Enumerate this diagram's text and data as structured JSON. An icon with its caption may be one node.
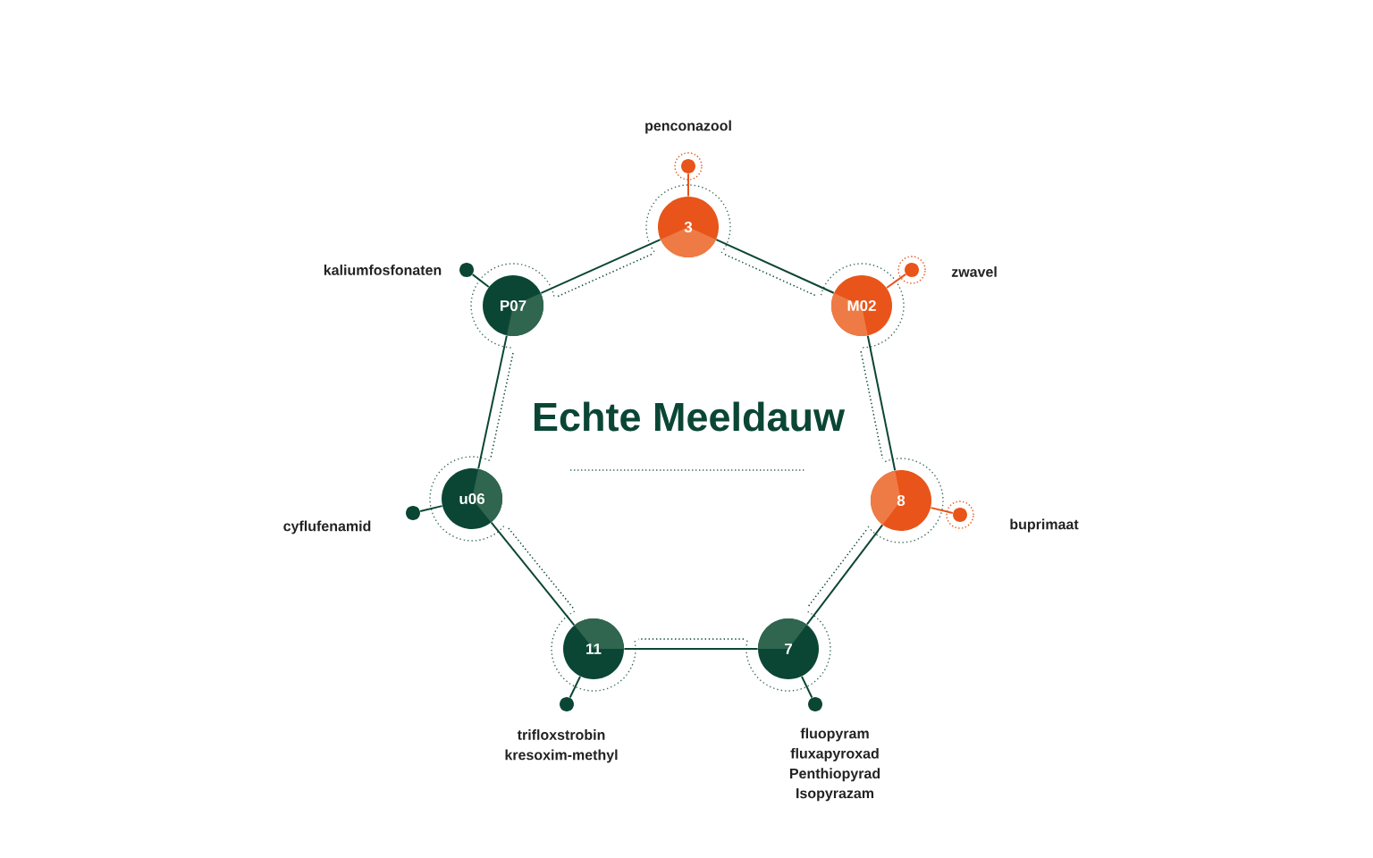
{
  "diagram": {
    "title": "Echte Meeldauw",
    "nodes": [
      {
        "text": [
          "3"
        ]
      },
      {
        "text": [
          "M02"
        ]
      },
      {
        "text": [
          "8"
        ]
      },
      {
        "text": [
          "7"
        ]
      },
      {
        "text": [
          "11"
        ]
      },
      {
        "text": [
          "u06"
        ]
      },
      {
        "text": [
          "P07"
        ]
      },
      {
        "text": [],
        "shape": "circle",
        "beside": [
          "penconazool"
        ]
      },
      {
        "text": [],
        "shape": "circle",
        "beside": [
          "zwavel"
        ]
      },
      {
        "text": [],
        "shape": "circle",
        "beside": [
          "buprimaat"
        ]
      },
      {
        "text": [],
        "shape": "circle",
        "beside": [
          "fluopyram",
          "fluxapyroxad",
          "Penthiopyrad",
          "Isopyrazam"
        ]
      },
      {
        "text": [],
        "shape": "circle",
        "beside": [
          "trifloxstrobin",
          "kresoxim-methyl"
        ]
      },
      {
        "text": [],
        "shape": "circle",
        "beside": [
          "cyflufenamid"
        ]
      },
      {
        "text": [],
        "shape": "circle",
        "beside": [
          "kaliumfosfonaten"
        ]
      }
    ],
    "edges": [
      {
        "from": 0,
        "to": 1,
        "arrow": "none"
      },
      {
        "from": 1,
        "to": 2,
        "arrow": "none"
      },
      {
        "from": 2,
        "to": 3,
        "arrow": "none"
      },
      {
        "from": 3,
        "to": 4,
        "arrow": "none"
      },
      {
        "from": 4,
        "to": 5,
        "arrow": "none"
      },
      {
        "from": 5,
        "to": 6,
        "arrow": "none"
      },
      {
        "from": 6,
        "to": 0,
        "arrow": "none"
      },
      {
        "from": 0,
        "to": 1,
        "arrow": "none",
        "style": "dashed"
      },
      {
        "from": 1,
        "to": 2,
        "arrow": "none",
        "style": "dashed"
      },
      {
        "from": 2,
        "to": 3,
        "arrow": "none",
        "style": "dashed"
      },
      {
        "from": 3,
        "to": 4,
        "arrow": "none",
        "style": "dashed"
      },
      {
        "from": 4,
        "to": 5,
        "arrow": "none",
        "style": "dashed"
      },
      {
        "from": 5,
        "to": 6,
        "arrow": "none",
        "style": "dashed"
      },
      {
        "from": 6,
        "to": 0,
        "arrow": "none",
        "style": "dashed"
      },
      {
        "from": 0,
        "to": 7,
        "arrow": "none",
        "color": "#e8541a"
      },
      {
        "from": 1,
        "to": 8,
        "arrow": "none",
        "color": "#e8541a"
      },
      {
        "from": 2,
        "to": 9,
        "arrow": "none",
        "color": "#e8541a"
      },
      {
        "from": 3,
        "to": 10,
        "arrow": "none"
      },
      {
        "from": 4,
        "to": 11,
        "arrow": "none"
      },
      {
        "from": 5,
        "to": 12,
        "arrow": "none"
      },
      {
        "from": 6,
        "to": 13,
        "arrow": "none"
      }
    ]
  }
}
